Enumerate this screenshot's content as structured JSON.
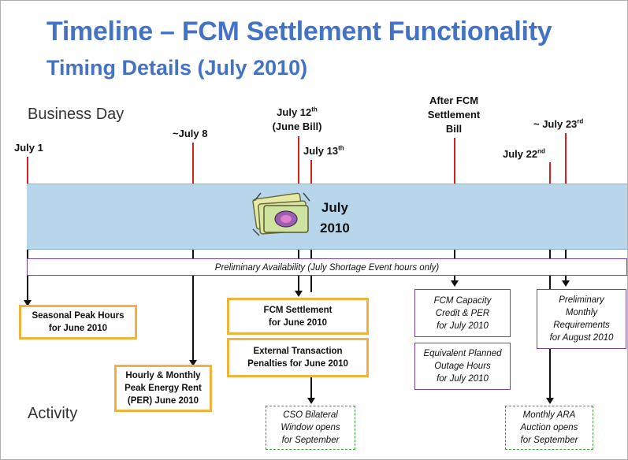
{
  "title": "Timeline – FCM Settlement Functionality",
  "subtitle": "Timing Details (July 2010)",
  "row_labels": {
    "business_day": "Business Day",
    "activity": "Activity"
  },
  "dates": {
    "july1": "July 1",
    "july8": "~July 8",
    "july12_main": "July 12",
    "july12_sup": "th",
    "july12_sub": "(June Bill)",
    "july13_main": "July 13",
    "july13_sup": "th",
    "after_fcm_1": "After FCM",
    "after_fcm_2": "Settlement",
    "after_fcm_3": "Bill",
    "july22_main": "July 22",
    "july22_sup": "nd",
    "july23_main": "~ July 23",
    "july23_sup": "rd"
  },
  "month_band": {
    "line1": "July",
    "line2": "2010"
  },
  "preliminary_availability": "Preliminary Availability (July Shortage Event hours only)",
  "boxes": {
    "seasonal_peak": {
      "line1": "Seasonal Peak Hours",
      "line2": "for June 2010"
    },
    "per": {
      "line1": "Hourly & Monthly",
      "line2": "Peak Energy Rent",
      "line3": "(PER) June 2010"
    },
    "fcm_settlement": {
      "line1": "FCM Settlement",
      "line2": "for June 2010"
    },
    "external_tx": {
      "line1": "External Transaction",
      "line2": "Penalties for June 2010"
    },
    "cso_bilateral": {
      "line1": "CSO Bilateral",
      "line2": "Window opens",
      "line3": "for September"
    },
    "fcm_capacity": {
      "line1": "FCM  Capacity",
      "line2": "Credit & PER",
      "line3": "for July 2010"
    },
    "equiv_outage": {
      "line1": "Equivalent Planned",
      "line2": "Outage Hours",
      "line3": "for July 2010"
    },
    "prelim_monthly": {
      "line1": "Preliminary",
      "line2": "Monthly",
      "line3": "Requirements",
      "line4": "for August 2010"
    },
    "monthly_ara": {
      "line1": "Monthly ARA",
      "line2": "Auction opens",
      "line3": "for September"
    }
  },
  "colors": {
    "title": "#4472c4",
    "band": "#b7d5eb",
    "tick": "#d02020",
    "orange_box": "#f2b33d",
    "purple_box": "#7b3fa6",
    "green_box": "#3a9d3a"
  }
}
